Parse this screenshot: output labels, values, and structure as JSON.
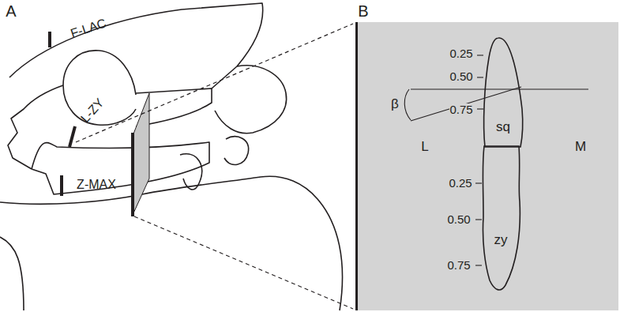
{
  "diagram": {
    "nodes": [
      {
        "text": [
          "L",
          "M"
        ]
      },
      {
        "text": [
          "sq"
        ],
        "in": 0
      },
      {
        "text": [
          "zy"
        ],
        "in": 0
      }
    ],
    "labels": [
      "A",
      "B",
      "F-LAC",
      "L-ZY",
      "Z-MAX",
      "0.25",
      "0.50",
      "0.75",
      "β",
      "0.25",
      "0.50",
      "0.75"
    ]
  }
}
